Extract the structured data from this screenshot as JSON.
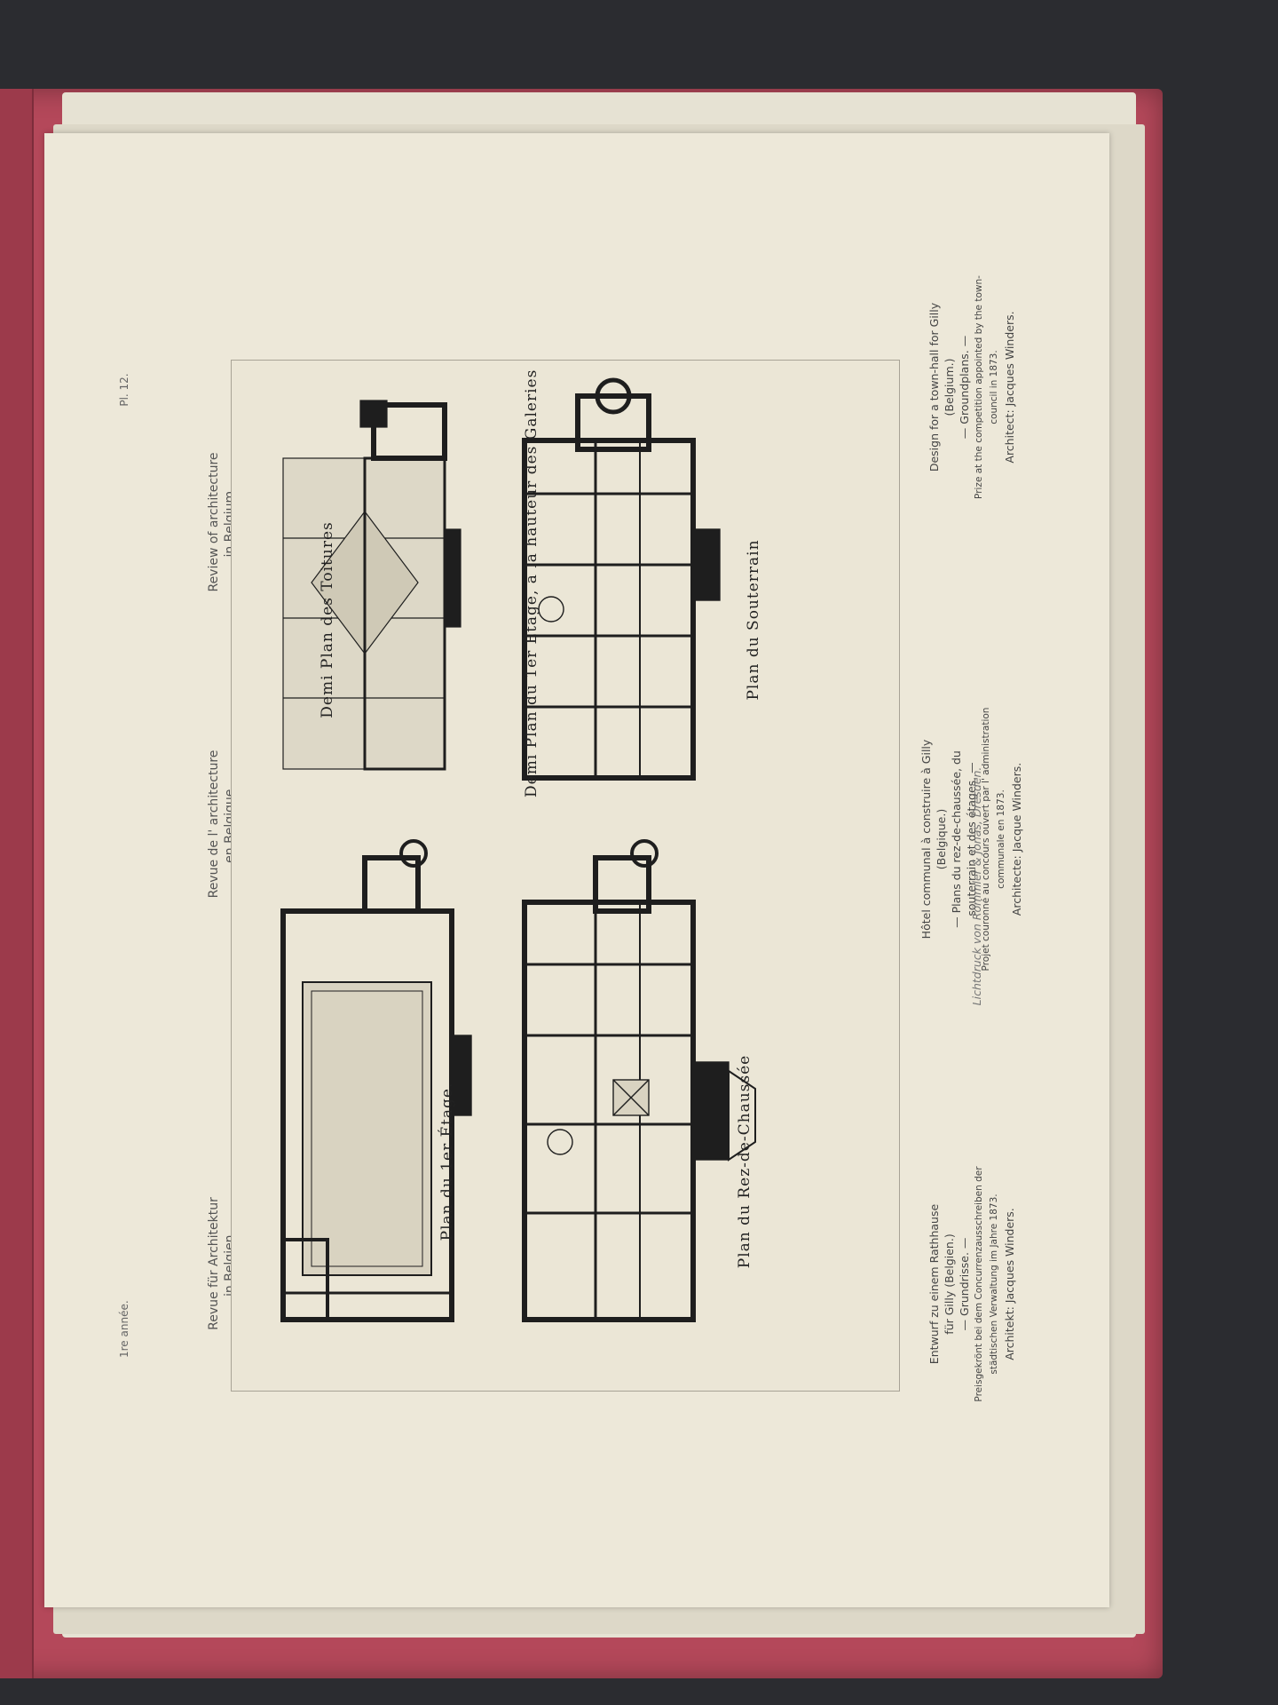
{
  "margin": {
    "left_label": "1re année.",
    "plate_number": "Pl. 12."
  },
  "headers": [
    [
      "Revue für Architektur",
      "in Belgien."
    ],
    [
      "Revue de l' architecture",
      "en Belgique."
    ],
    [
      "Review of architecture",
      "in Belgium."
    ]
  ],
  "plans": {
    "roof": "Demi Plan des Toitures",
    "first_floor_galleries": "Demi Plan du 1er Étage, à la hauteur des Galeries",
    "basement": "Plan du Souterrain",
    "first_floor": "Plan du 1er Étage.",
    "ground_floor": "Plan du Rez-de-Chaussée"
  },
  "captions": {
    "german": [
      "Entwurf zu einem Rathhause",
      "für Gilly (Belgien.)",
      "— Grundrisse. —",
      "Preisgekrönt bei dem Concurrenzausschreiben der",
      "städtischen Verwaltung im Jahre 1873.",
      "Architekt: Jacques Winders."
    ],
    "french": [
      "Hôtel communal à construire à Gilly",
      "(Belgique.)",
      "— Plans du rez-de-chaussée, du",
      "souterrain et des étages. —",
      "Projet couronné au concours ouvert par l' administration",
      "communale en 1873.",
      "Architecte: Jacque Winders."
    ],
    "english": [
      "Design for a town-hall for Gilly",
      "(Belgium.)",
      "— Groundplans. —",
      "Prize at the competition appointed by the town-",
      "council in 1873.",
      "Architect: Jacques Winders."
    ],
    "printer": "Lichtdruck von Römmler & Jonas, Dresden."
  },
  "colors": {
    "cover": "#b4485a",
    "paper": "#ede8d9",
    "ink": "#222222"
  }
}
